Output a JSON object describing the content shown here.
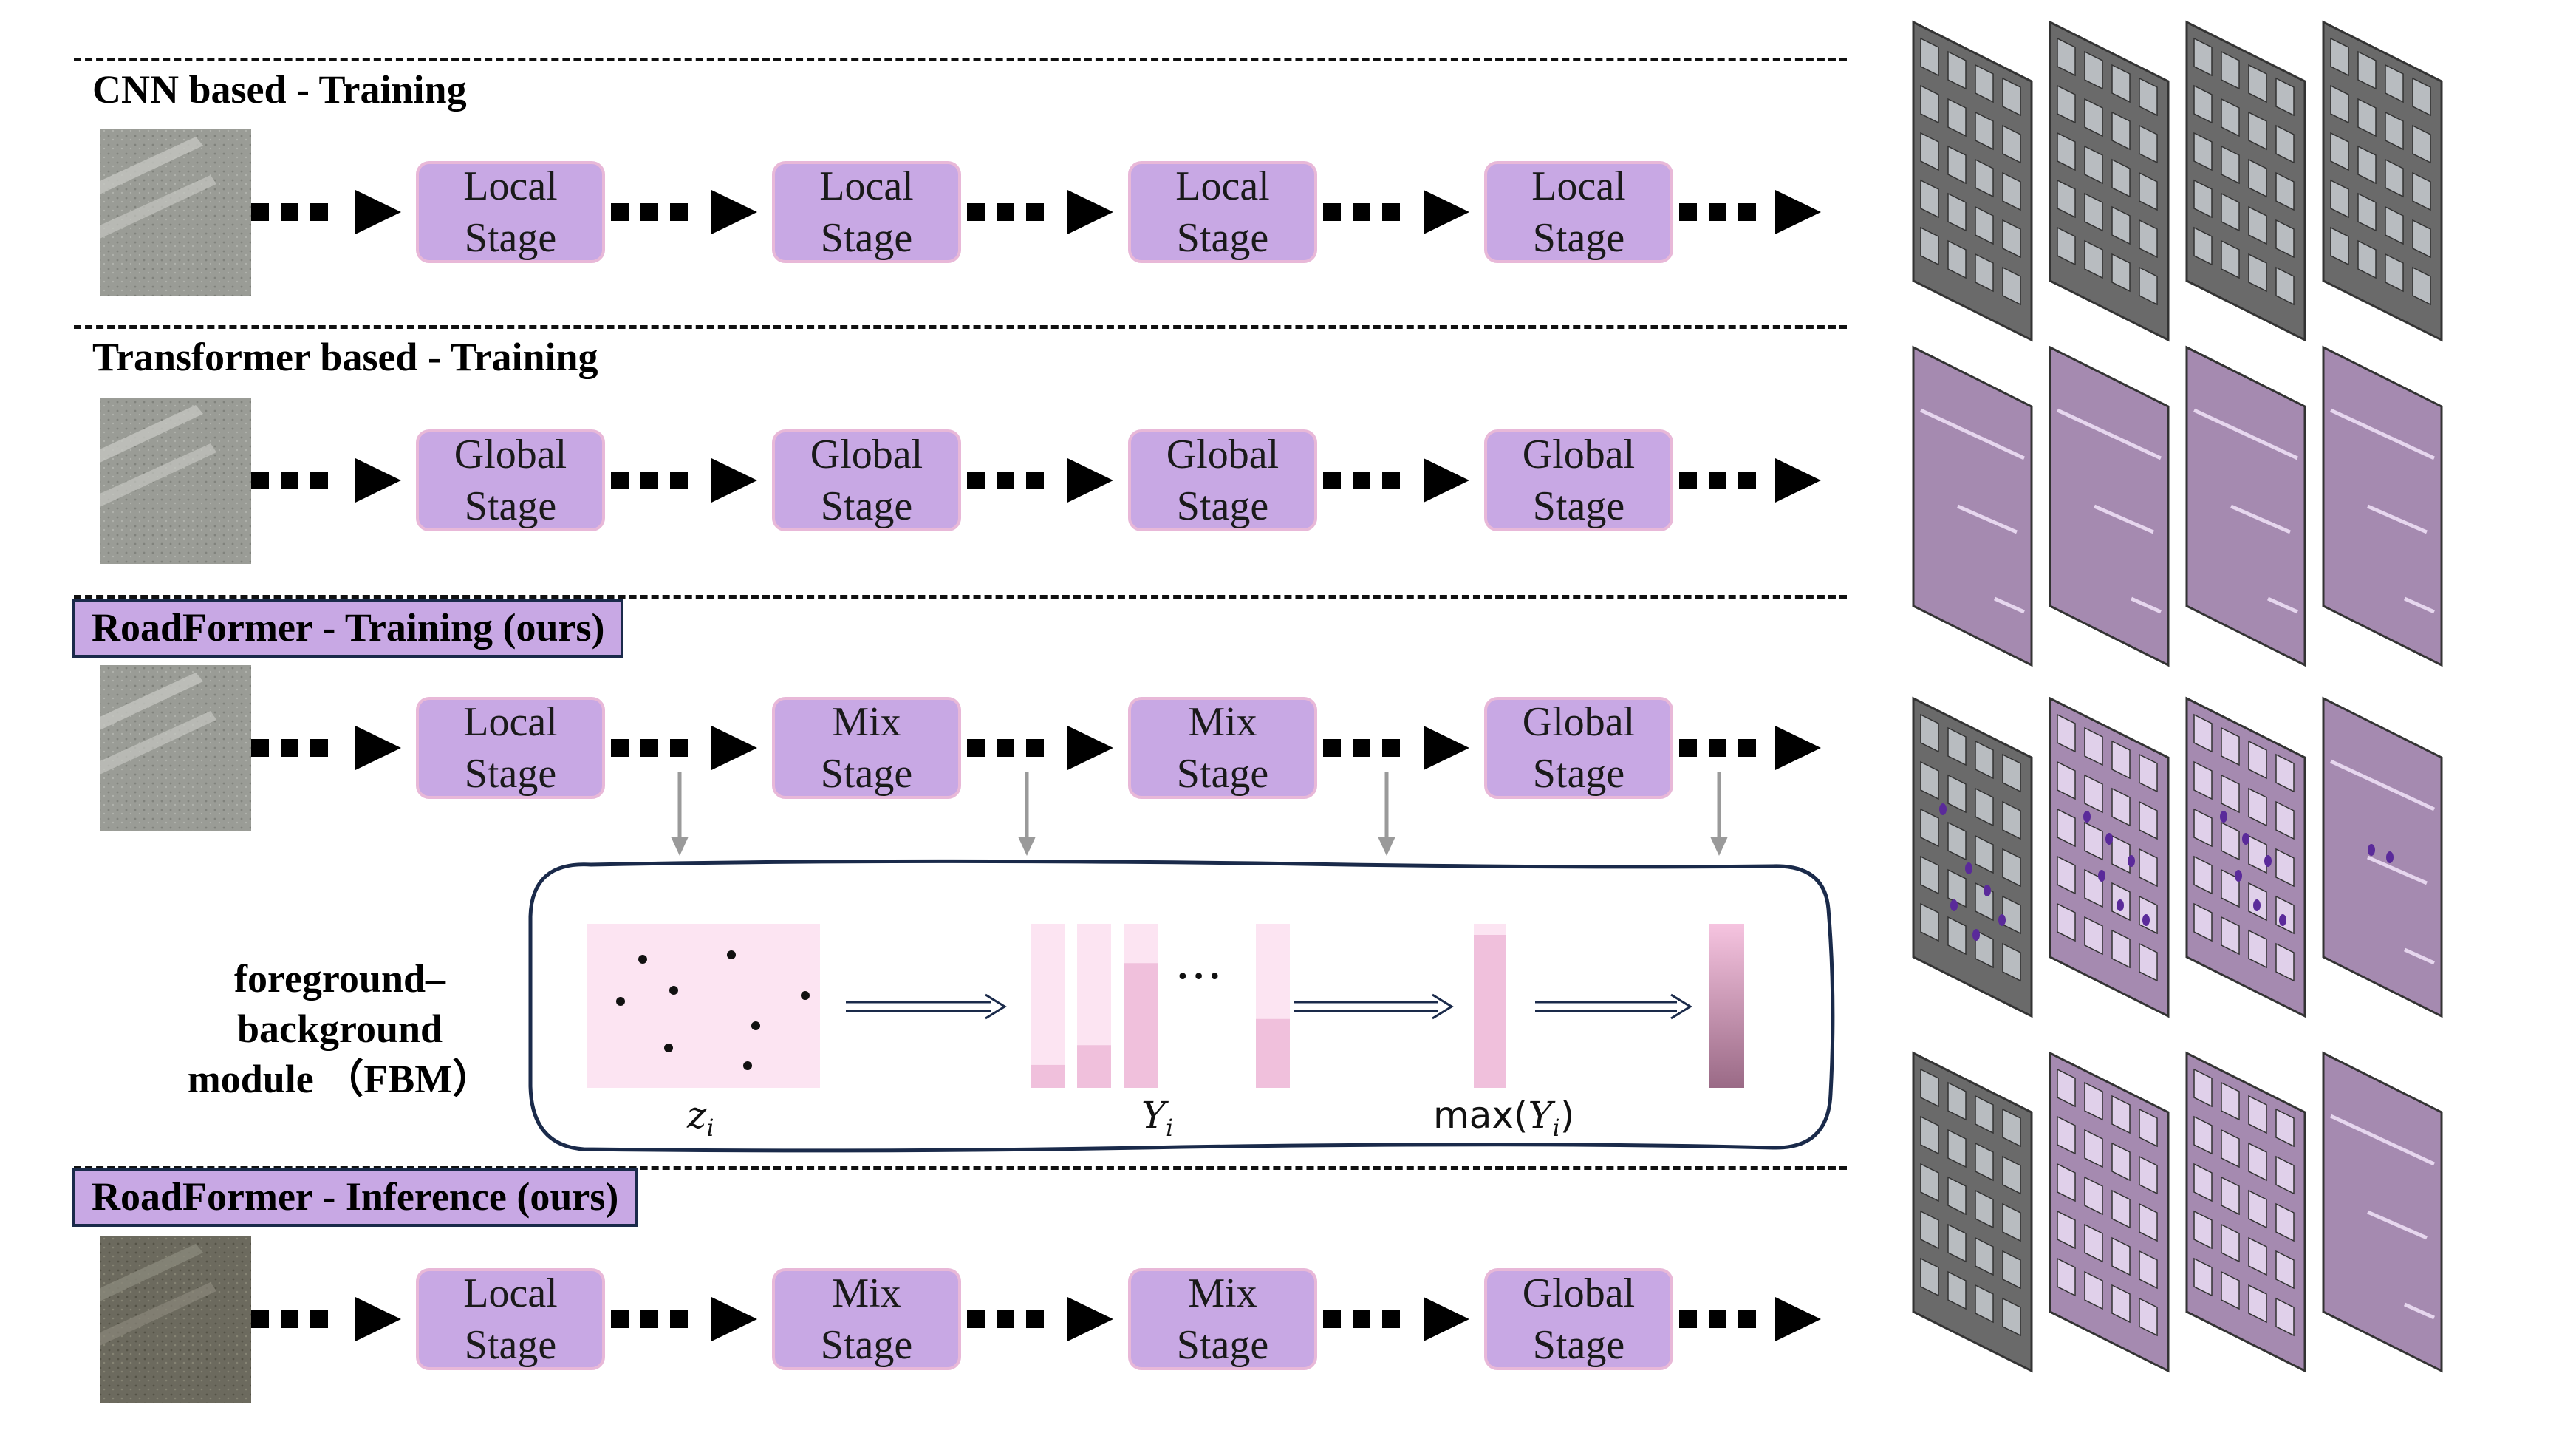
{
  "rows": [
    {
      "title": "CNN based - Training",
      "boxed": false,
      "stages": [
        "Local Stage",
        "Local Stage",
        "Local Stage",
        "Local Stage"
      ],
      "feature_style": "gray"
    },
    {
      "title": "Transformer based - Training",
      "boxed": false,
      "stages": [
        "Global Stage",
        "Global Stage",
        "Global Stage",
        "Global Stage"
      ],
      "feature_style": "purple"
    },
    {
      "title": "RoadFormer - Training (ours)",
      "boxed": true,
      "stages": [
        "Local Stage",
        "Mix Stage",
        "Mix Stage",
        "Global Stage"
      ],
      "feature_style": "mixed-dotted"
    },
    {
      "title": "RoadFormer - Inference (ours)",
      "boxed": true,
      "stages": [
        "Local Stage",
        "Mix Stage",
        "Mix Stage",
        "Global Stage"
      ],
      "feature_style": "mixed"
    }
  ],
  "fbm": {
    "label_lines": [
      "foreground–",
      "background",
      "module （FBM）"
    ],
    "z_var": "z",
    "y_var": "Y",
    "max_label": "max(",
    "subscript": "i",
    "close_paren": ")",
    "ellipsis": "•••"
  },
  "colors": {
    "stage_fill": "#c8a8e4",
    "stage_border": "#e8b8d8",
    "title_box": "#c8a8e4",
    "frame": "#1a2a4a",
    "fbm_pink_light": "#fce4f2",
    "fbm_pink": "#f0c0dc",
    "gray_arrow": "#9a9a9a",
    "feature_purple": "#a58ab0",
    "feature_gray": "#6a6a6a"
  }
}
